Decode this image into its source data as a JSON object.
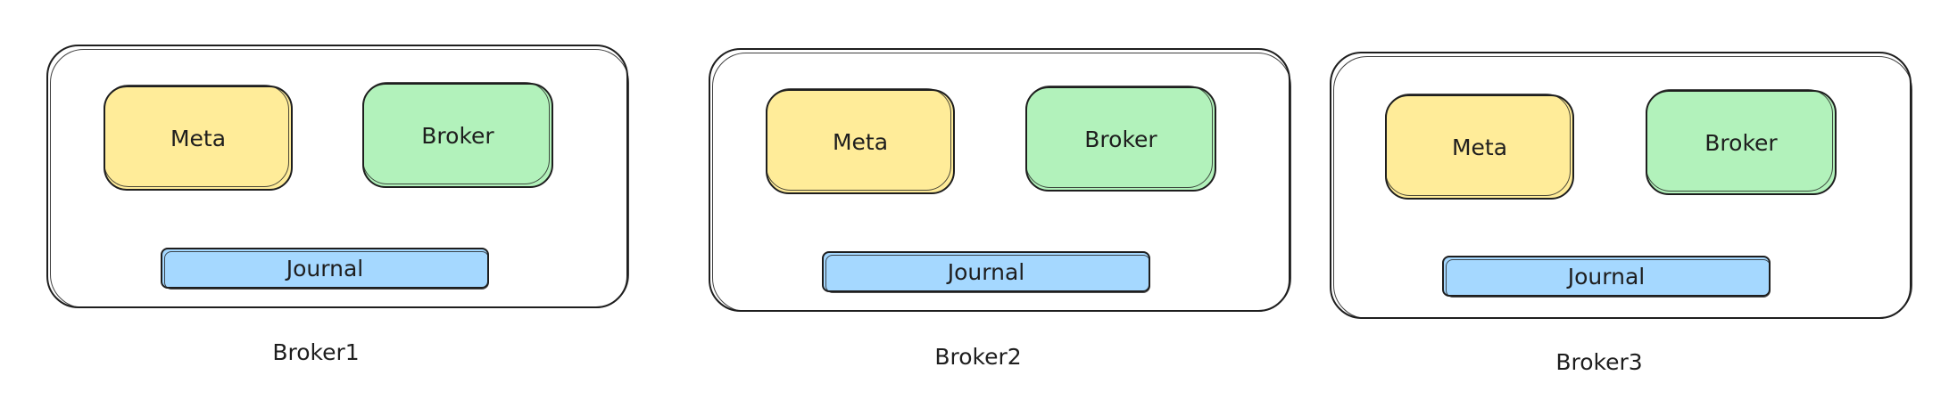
{
  "colors": {
    "meta": "#ffec99",
    "broker": "#b2f2bb",
    "journal": "#a5d8ff",
    "stroke": "#1e1e1e"
  },
  "brokers": [
    {
      "caption": "Broker1",
      "meta": "Meta",
      "broker": "Broker",
      "journal": "Journal"
    },
    {
      "caption": "Broker2",
      "meta": "Meta",
      "broker": "Broker",
      "journal": "Journal"
    },
    {
      "caption": "Broker3",
      "meta": "Meta",
      "broker": "Broker",
      "journal": "Journal"
    }
  ]
}
